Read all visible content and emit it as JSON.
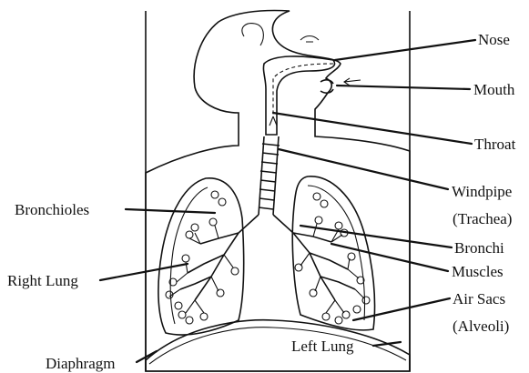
{
  "labels": {
    "nose": "Nose",
    "mouth": "Mouth",
    "throat": "Throat",
    "windpipe": "Windpipe",
    "trachea": "(Trachea)",
    "bronchioles": "Bronchioles",
    "bronchi": "Bronchi",
    "right_lung": "Right Lung",
    "muscles": "Muscles",
    "air_sacs": "Air Sacs",
    "alveoli": "(Alveoli)",
    "diaphragm": "Diaphragm",
    "left_lung": "Left Lung"
  },
  "colors": {
    "ink": "#111111",
    "paper": "#ffffff",
    "body_fill": "#ebebeb"
  }
}
